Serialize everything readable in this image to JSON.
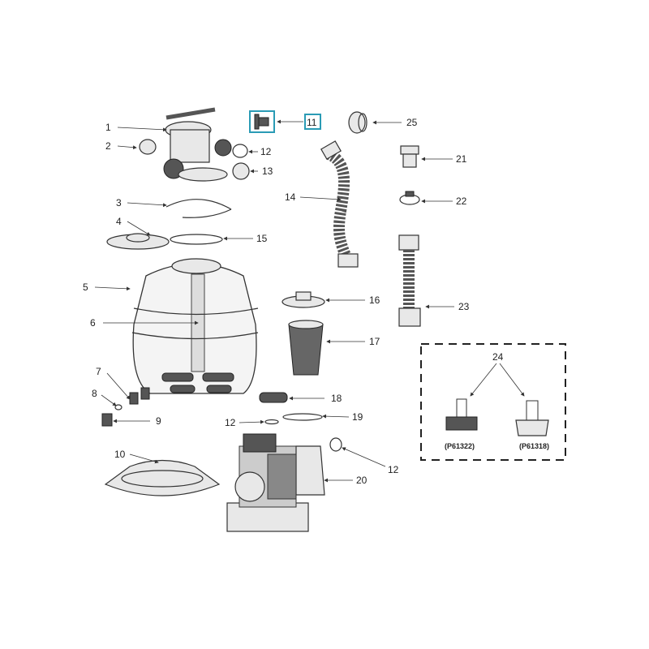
{
  "diagram": {
    "callouts": [
      "1",
      "2",
      "3",
      "4",
      "5",
      "6",
      "7",
      "8",
      "9",
      "10",
      "11",
      "12",
      "13",
      "14",
      "15",
      "16",
      "17",
      "18",
      "19",
      "20",
      "21",
      "22",
      "23",
      "24",
      "25"
    ],
    "highlighted_callout": "11",
    "highlight_color": "#2a9bb5",
    "option_box": {
      "callout": "24",
      "variants": [
        "(P61322)",
        "(P61318)"
      ]
    }
  }
}
